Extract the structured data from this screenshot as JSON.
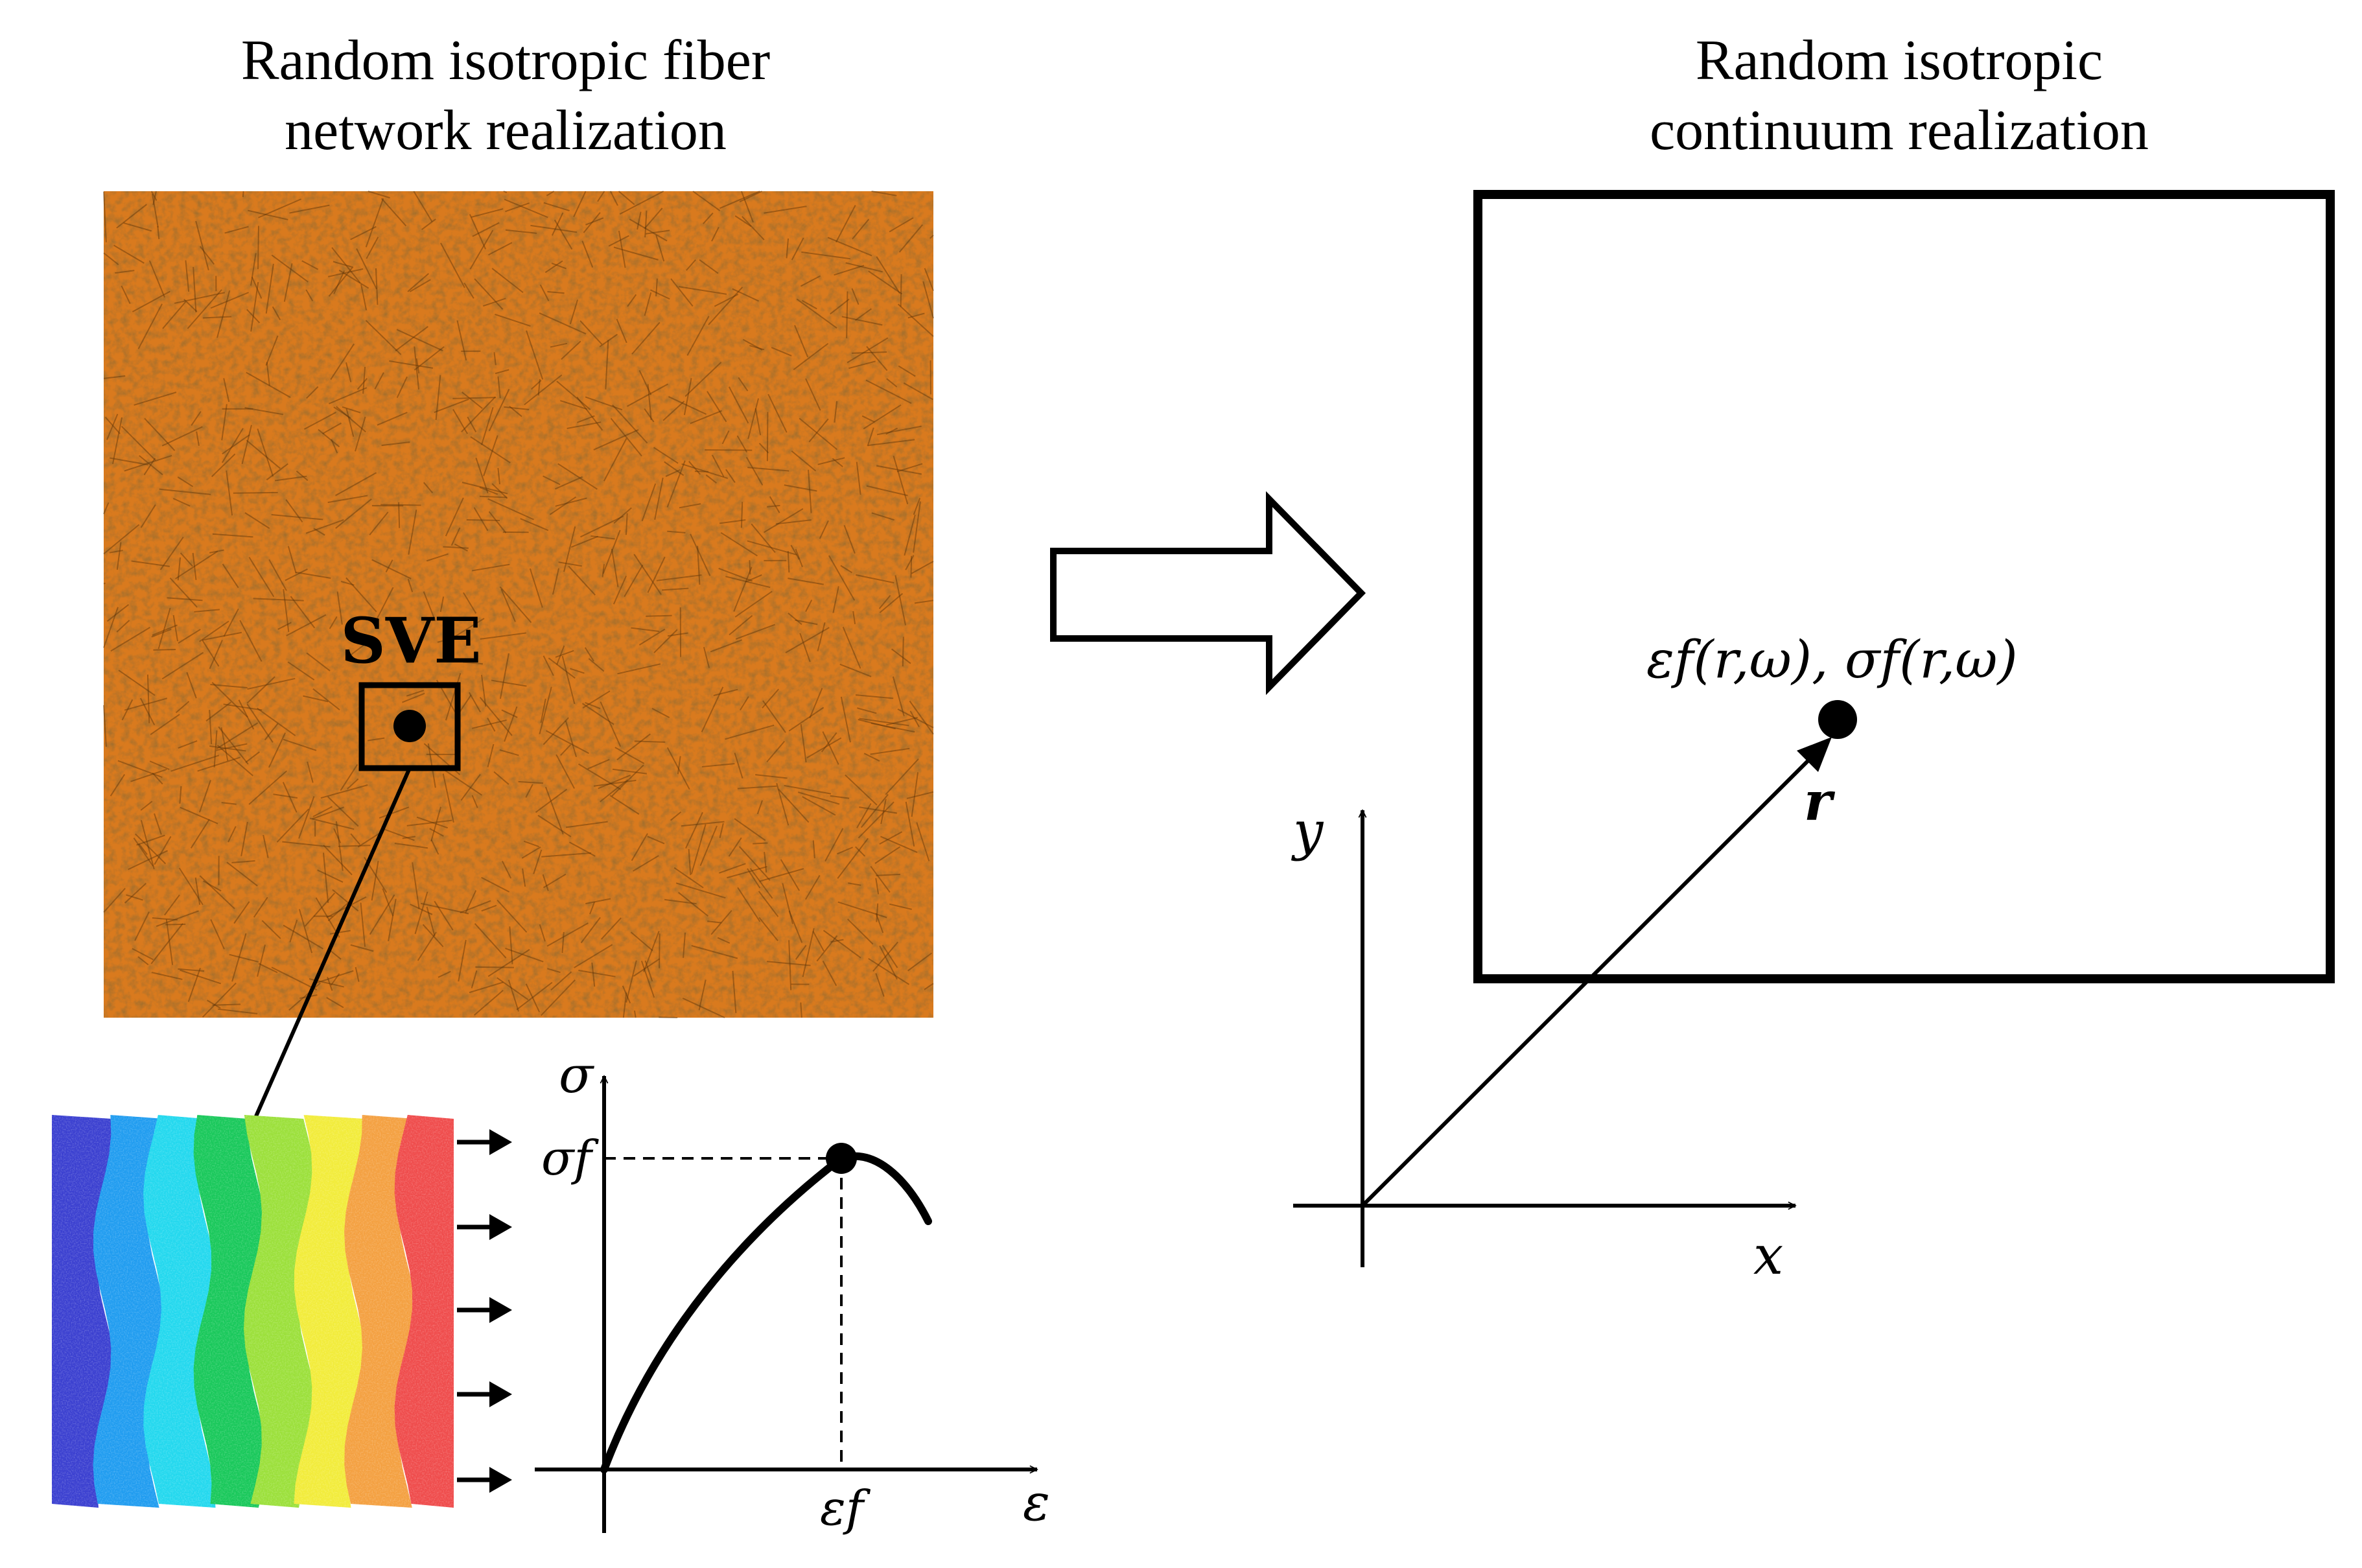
{
  "left_panel": {
    "title_line1": "Random isotropic fiber",
    "title_line2": "network realization",
    "sve_label": "SVE",
    "network_color": "#d97a1e"
  },
  "right_panel": {
    "title_line1": "Random isotropic",
    "title_line2": "continuum realization",
    "point_label": "εf(r,ω), σf(r,ω)",
    "vector_label": "r",
    "x_axis_label": "x",
    "y_axis_label": "y"
  },
  "stress_strain": {
    "y_axis_label": "σ",
    "x_axis_label": "ε",
    "failure_stress_label": "σf",
    "failure_strain_label": "εf"
  },
  "strain_field_colors": [
    "#3a3fd0",
    "#1f9cf0",
    "#22d8ee",
    "#18c85a",
    "#9be03a",
    "#f2ec3a",
    "#f4a040",
    "#ef4b4b"
  ]
}
